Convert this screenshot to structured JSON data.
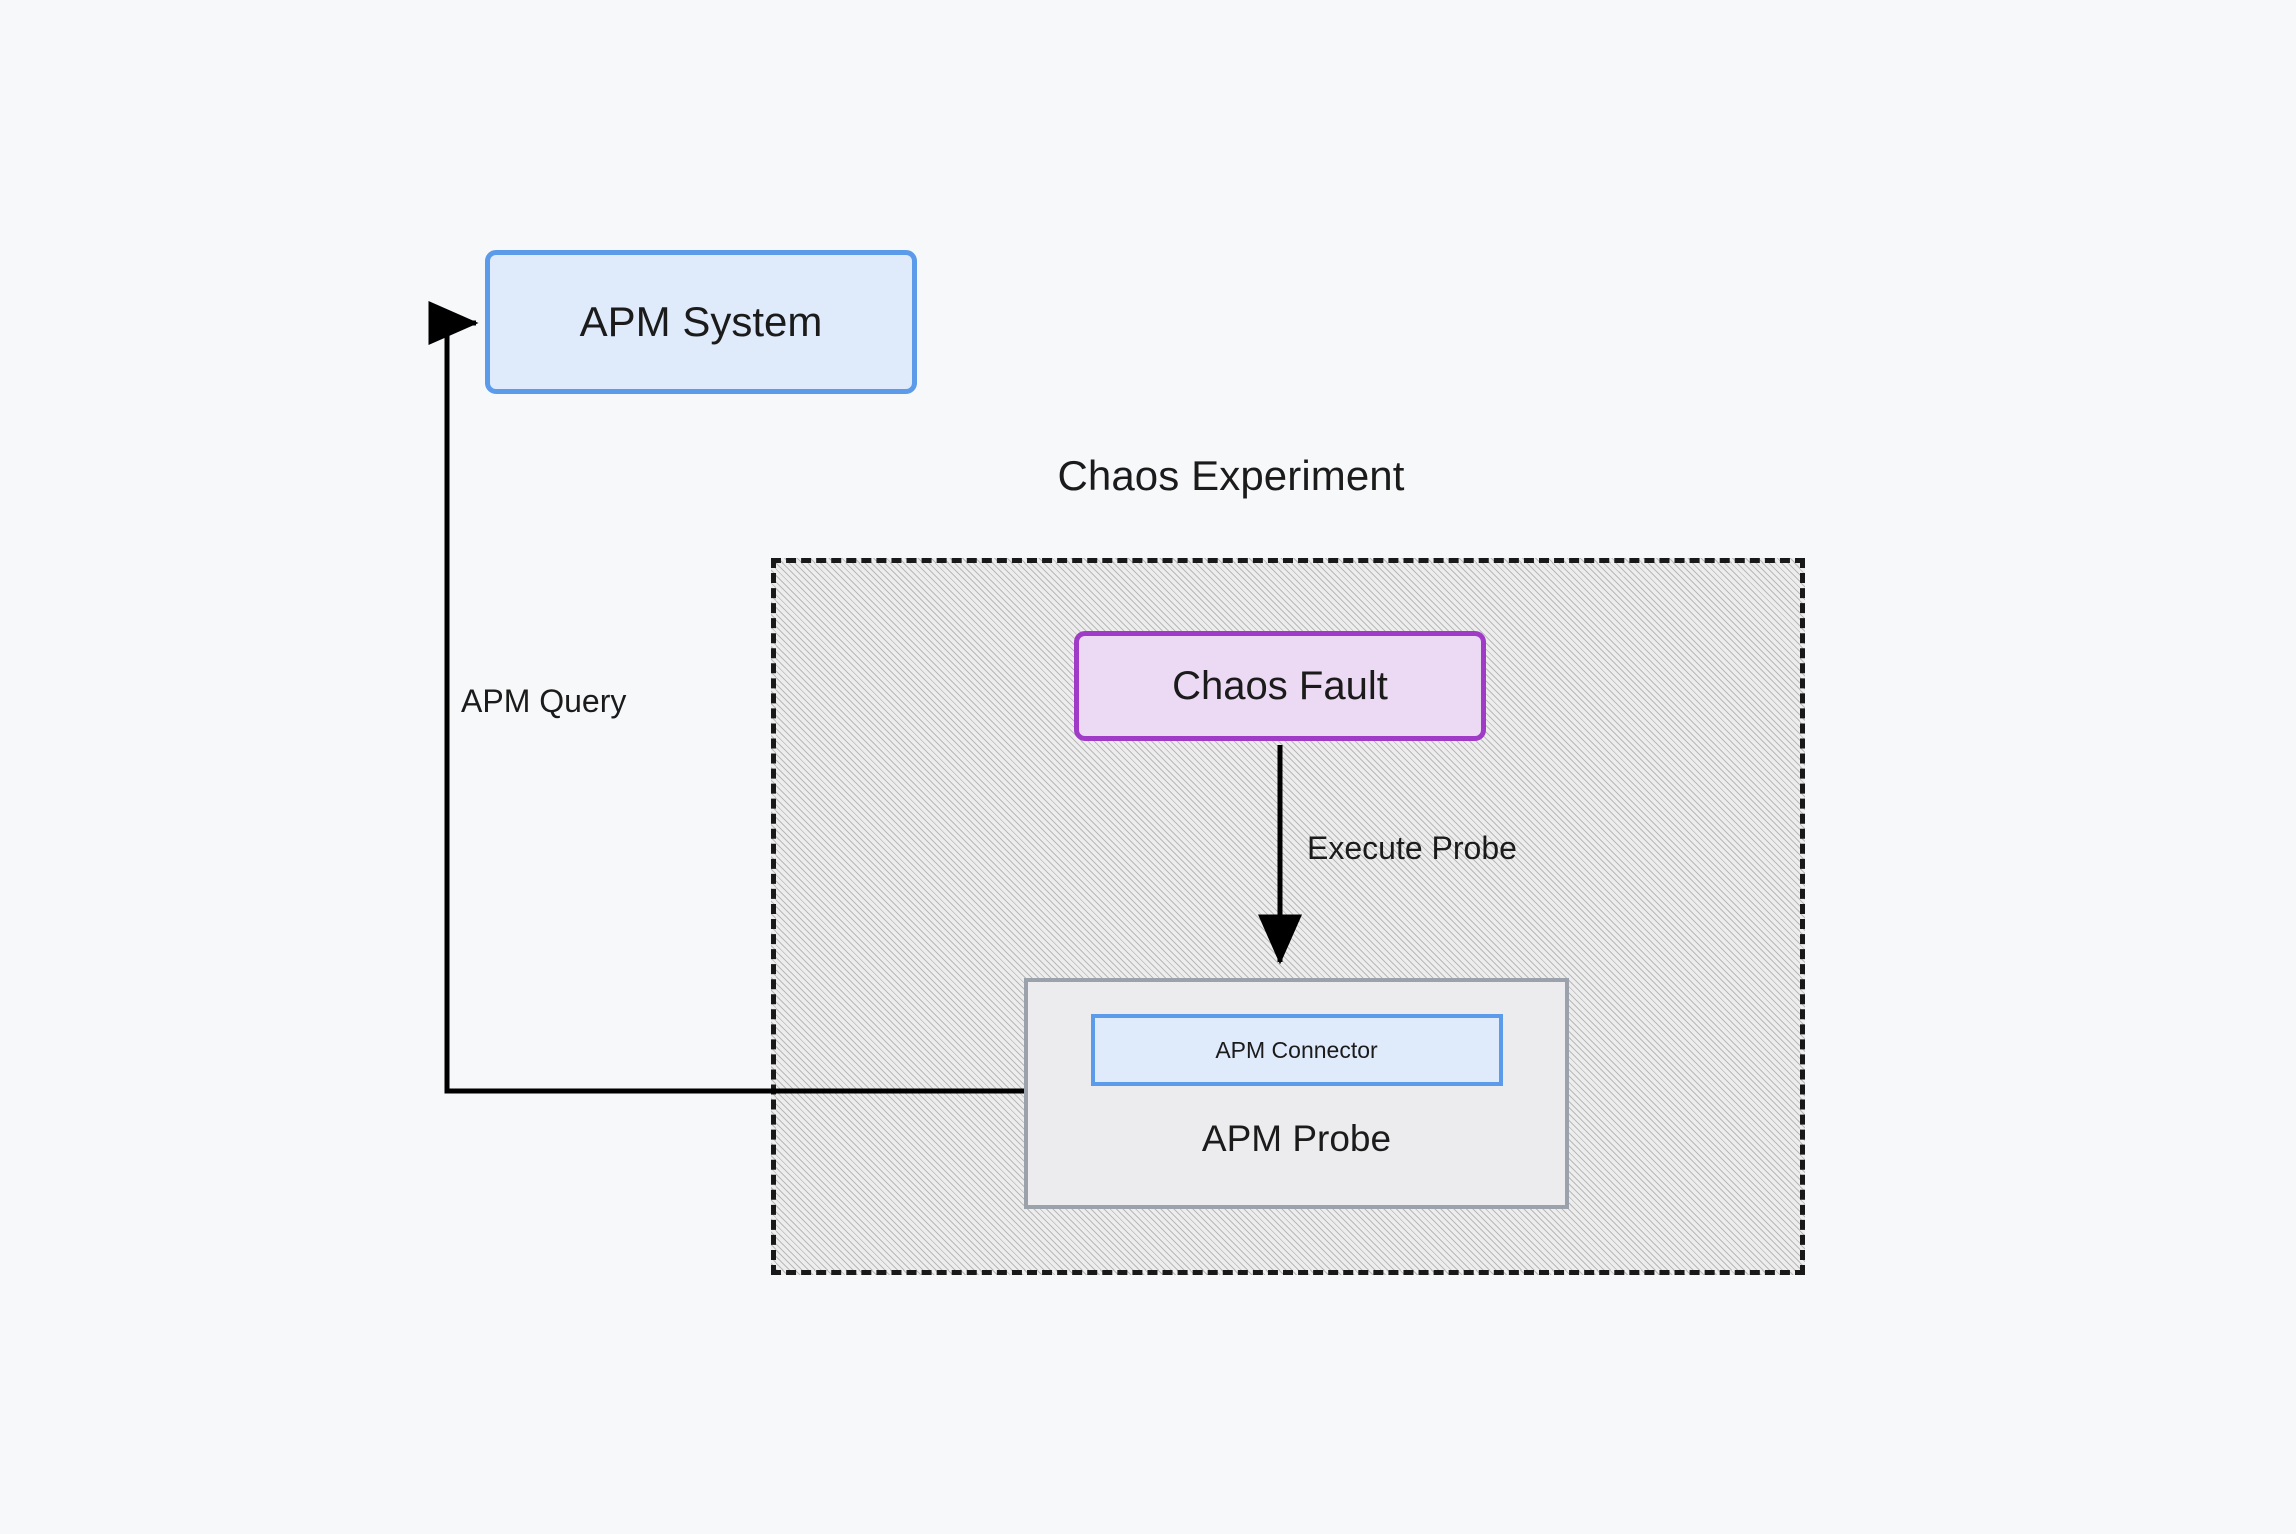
{
  "diagram": {
    "title": "Chaos Experiment",
    "background_color": "#f7f8fa",
    "nodes": {
      "apm_system": {
        "label": "APM System",
        "fill": "#dfeafb",
        "stroke": "#5b9bea"
      },
      "chaos_fault": {
        "label": "Chaos Fault",
        "fill": "#ecd9f3",
        "stroke": "#a03bc8"
      },
      "apm_probe": {
        "label": "APM Probe",
        "fill": "#ececee",
        "stroke": "#9ba2ab"
      },
      "apm_connector": {
        "label": "APM Connector",
        "fill": "#dfeafb",
        "stroke": "#5b9bea"
      },
      "chaos_experiment": {
        "label": "Chaos Experiment",
        "fill": "#ededed",
        "stroke": "#191919",
        "border_style": "dashed",
        "pattern": "diagonal-hatch"
      }
    },
    "edges": [
      {
        "id": "apm-query-edge",
        "label": "APM Query",
        "from": "apm_probe",
        "to": "apm_system",
        "arrow": "to",
        "color": "#000000"
      },
      {
        "id": "execute-probe-edge",
        "label": "Execute Probe",
        "from": "chaos_fault",
        "to": "apm_probe",
        "arrow": "to",
        "color": "#000000"
      }
    ]
  }
}
